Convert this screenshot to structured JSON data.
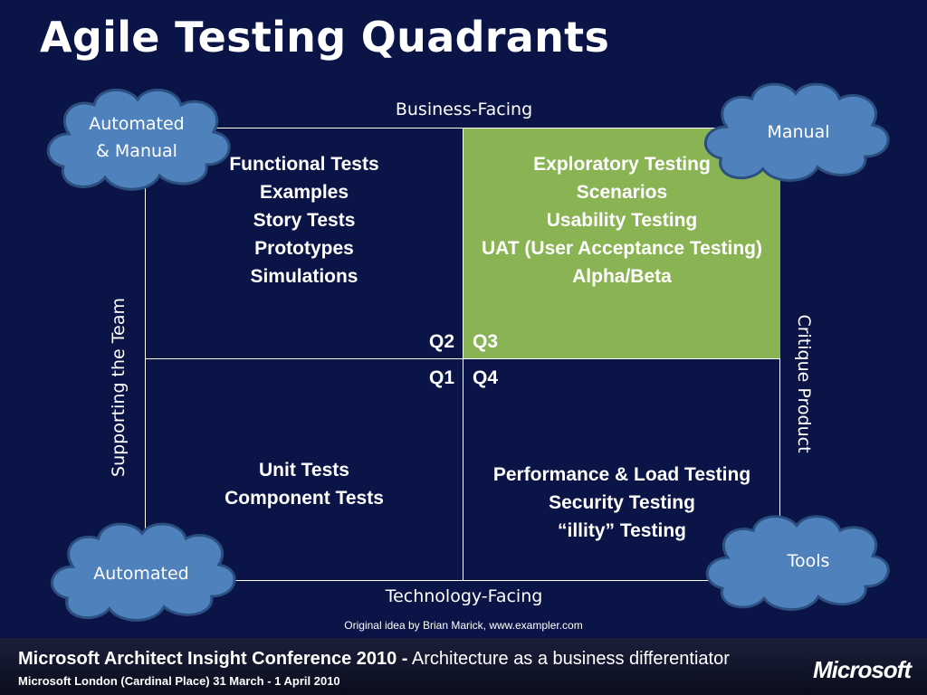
{
  "title": "Agile Testing Quadrants",
  "axes": {
    "top": "Business-Facing",
    "bottom": "Technology-Facing",
    "left": "Supporting the Team",
    "right": "Critique Product"
  },
  "quadrants": {
    "q2": {
      "label": "Q2",
      "items": [
        "Functional Tests",
        "Examples",
        "Story Tests",
        "Prototypes",
        "Simulations"
      ]
    },
    "q3": {
      "label": "Q3",
      "items": [
        "Exploratory Testing",
        "Scenarios",
        "Usability Testing",
        "UAT (User Acceptance Testing)",
        "Alpha/Beta"
      ],
      "fill": "#8ab454"
    },
    "q1": {
      "label": "Q1",
      "items": [
        "Unit Tests",
        "Component Tests"
      ]
    },
    "q4": {
      "label": "Q4",
      "items": [
        "Performance & Load Testing",
        "Security Testing",
        "“illity” Testing"
      ]
    }
  },
  "clouds": {
    "top_left": {
      "line1": "Automated",
      "line2": "& Manual"
    },
    "top_right": {
      "text": "Manual"
    },
    "bottom_left": {
      "text": "Automated"
    },
    "bottom_right": {
      "text": "Tools"
    }
  },
  "credit": "Original idea by Brian Marick, www.exampler.com",
  "banner": {
    "conference": "Microsoft Architect Insight Conference 2010 -",
    "tagline": "Architecture as a business differentiator",
    "venue": "Microsoft London (Cardinal Place) 31 March - 1 April 2010",
    "logo": "Microsoft"
  },
  "colors": {
    "background": "#0b1446",
    "cloud_fill": "#4f81bd",
    "cloud_stroke": "#2a4f80",
    "q3_fill": "#8ab454"
  }
}
